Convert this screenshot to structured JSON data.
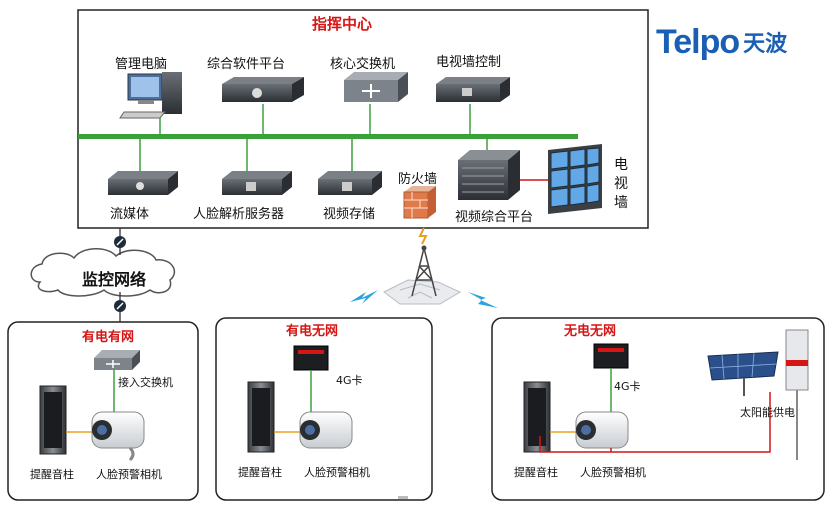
{
  "brand": {
    "logo_text": "Telpo",
    "logo_cn": "天波",
    "color": "#1a5fb4"
  },
  "command_center": {
    "title": "指挥中心",
    "top_devices": [
      "管理电脑",
      "综合软件平台",
      "核心交换机",
      "电视墙控制"
    ],
    "bottom_devices": [
      "流媒体",
      "人脸解析服务器",
      "视频存储"
    ],
    "firewall": "防火墙",
    "video_platform": "视频综合平台",
    "tv_wall": "电视墙"
  },
  "network": {
    "label": "监控网络"
  },
  "sites": [
    {
      "title": "有电有网",
      "switch": "接入交换机",
      "speaker": "提醒音柱",
      "camera": "人脸预警相机"
    },
    {
      "title": "有电无网",
      "card": "4G卡",
      "speaker": "提醒音柱",
      "camera": "人脸预警相机"
    },
    {
      "title": "无电无网",
      "card": "4G卡",
      "solar": "太阳能供电",
      "speaker": "提醒音柱",
      "camera": "人脸预警相机"
    }
  ],
  "colors": {
    "bus": "#3aa13a",
    "accent": "#d61515",
    "link": "#e8a020",
    "wireless": "#2aa3e0"
  }
}
